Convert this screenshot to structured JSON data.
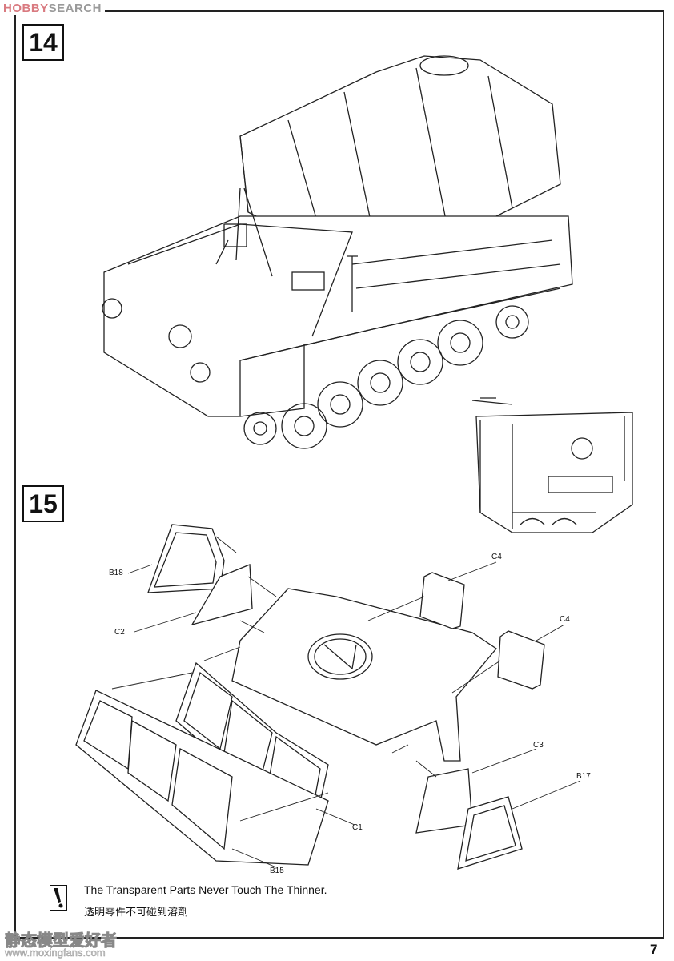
{
  "watermark_top": {
    "brand": "HOBBY",
    "suffix": "SEARCH"
  },
  "steps": [
    {
      "number": "14"
    },
    {
      "number": "15"
    }
  ],
  "part_labels": {
    "b18": "B18",
    "c2": "C2",
    "c4_top": "C4",
    "c4_right": "C4",
    "c3": "C3",
    "b17": "B17",
    "c1": "C1",
    "b15": "B15"
  },
  "note": {
    "english": "The Transparent Parts Never Touch The Thinner.",
    "chinese": "透明零件不可碰到溶劑"
  },
  "watermark_bottom": {
    "text": "静态模型爱好者",
    "url": "www.moxingfans.com"
  },
  "page_number": "7"
}
